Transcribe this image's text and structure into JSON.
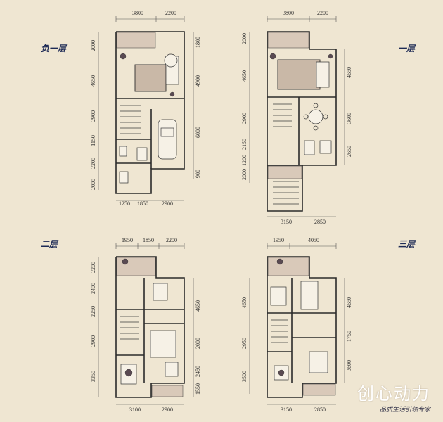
{
  "floors": {
    "b1": {
      "label": "负一层",
      "top_dims": [
        "3800",
        "2200"
      ],
      "left_dims": [
        "2000",
        "4650",
        "2900",
        "1150",
        "2200",
        "2000"
      ],
      "right_dims": [
        "1800",
        "4900",
        "6000",
        "900"
      ],
      "bottom_dims": [
        "1250",
        "1850",
        "2900"
      ]
    },
    "f1": {
      "label": "一层",
      "top_dims": [
        "3800",
        "2200"
      ],
      "left_dims": [
        "2000",
        "4650",
        "2900",
        "2150",
        "1200",
        "2000"
      ],
      "right_dims": [
        "4650",
        "3600",
        "2650"
      ],
      "bottom_dims": [
        "3150",
        "2850"
      ]
    },
    "f2": {
      "label": "二层",
      "top_dims": [
        "1950",
        "1850",
        "2200"
      ],
      "left_dims": [
        "2200",
        "2400",
        "2250",
        "2900",
        "3350"
      ],
      "right_dims": [
        "4650",
        "2000",
        "2450",
        "1550"
      ],
      "bottom_dims": [
        "3100",
        "2900"
      ]
    },
    "f3": {
      "label": "三层",
      "top_dims": [
        "1950",
        "4050"
      ],
      "left_dims": [
        "4650",
        "2950",
        "3500"
      ],
      "right_dims": [
        "4650",
        "1750",
        "3600"
      ],
      "bottom_dims": [
        "3150",
        "2850"
      ]
    }
  },
  "brand": {
    "name": "创心动力",
    "slogan": "品质生活引领专家"
  }
}
